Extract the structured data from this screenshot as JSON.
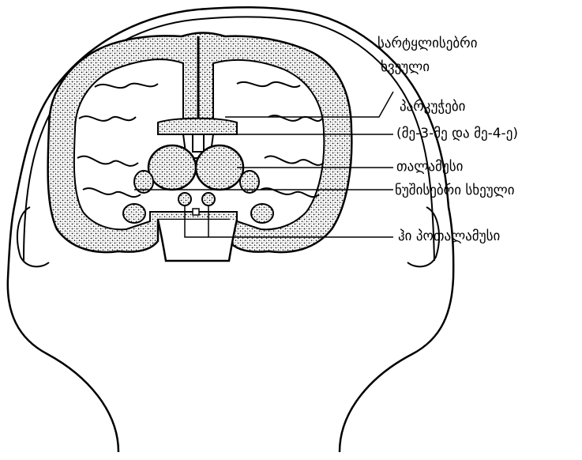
{
  "labels": {
    "cortex_line1": "სარტყლისებრი",
    "cortex_line2": "ხვეული",
    "ventricles_line1": "პარკუჭები",
    "ventricles_line2": "(მე-3-მე და მე-4-ე)",
    "thalamus": "თალამუსი",
    "caudate": "ნუშისებრი სხეული",
    "hypothalamus": "ჰი პოთალამუსი"
  },
  "colors": {
    "ink": "#000000",
    "background": "#ffffff",
    "stipple": "#111111"
  }
}
